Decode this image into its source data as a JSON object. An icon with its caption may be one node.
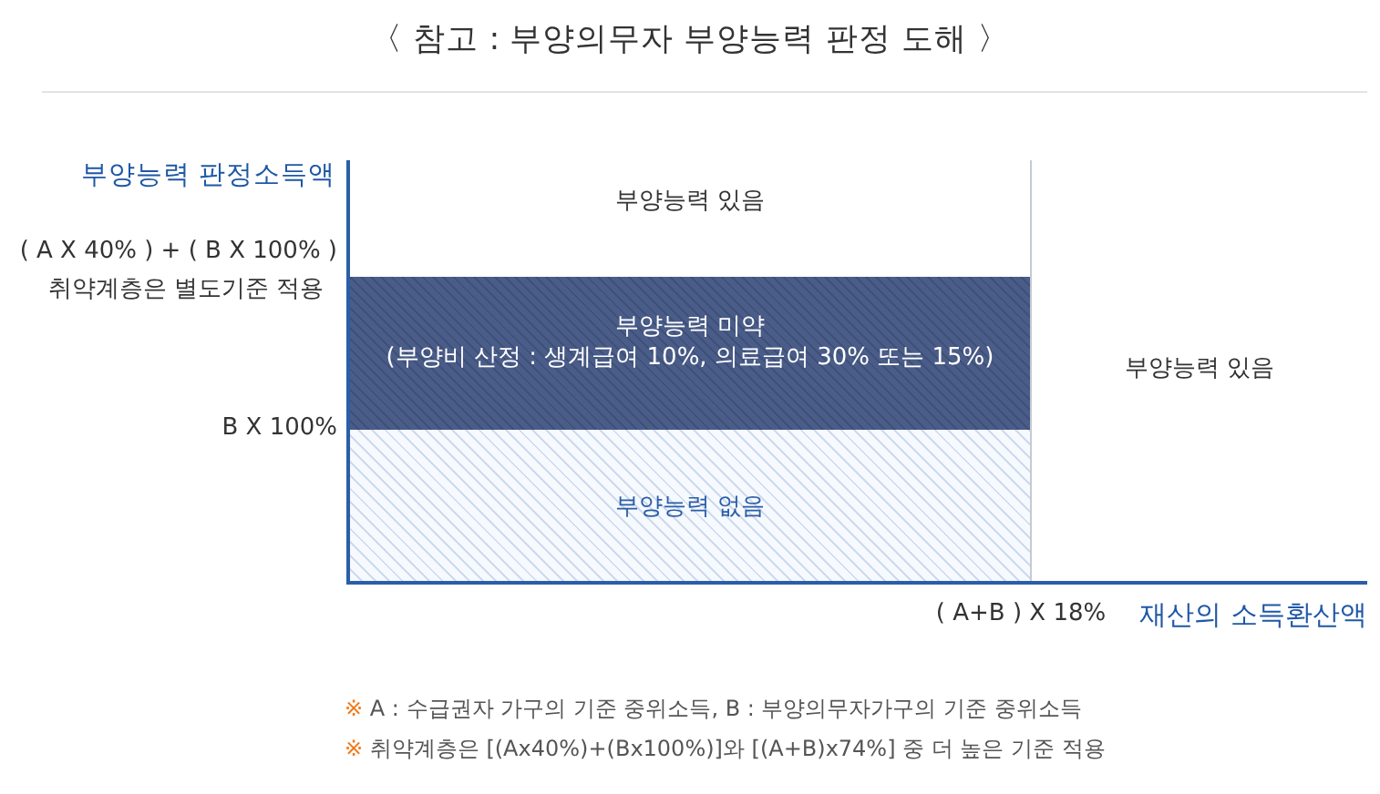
{
  "diagram": {
    "title": "〈 참고 : 부양의무자 부양능력 판정 도해 〉",
    "nodes": [
      {
        "text": [
          "부양능력 있음"
        ]
      },
      {
        "text": [
          "부양능력 미약",
          "(부양비 산정 : 생계급여 10%, 의료급여 30% 또는 15%)"
        ]
      },
      {
        "text": [
          "부양능력 없음"
        ]
      },
      {
        "text": [
          "부양능력 있음"
        ]
      }
    ],
    "labels": [
      "부양능력 판정소득액",
      "( A X 40% ) + ( B X 100% )",
      "취약계층은 별도기준 적용",
      "B X 100%",
      "( A+B ) X 18%",
      "재산의 소득환산액",
      "※ A : 수급권자 가구의 기준 중위소득, B : 부양의무자가구의 기준 중위소득",
      "※ 취약계층은 [(Ax40%)+(Bx100%)]와 [(A+B)x74%] 중 더 높은 기준 적용"
    ]
  }
}
